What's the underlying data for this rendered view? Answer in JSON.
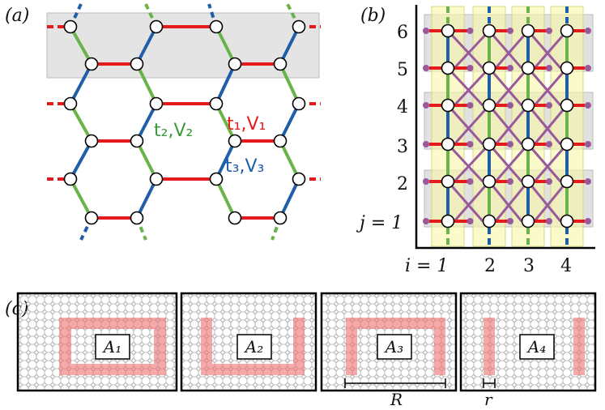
{
  "panel_a": {
    "label": "(a)",
    "bond_t1": "t₁,V₁",
    "bond_t2": "t₂,V₂",
    "bond_t3": "t₃,V₃"
  },
  "panel_b": {
    "label": "(b)",
    "j_labels": [
      "6",
      "5",
      "4",
      "3",
      "2",
      "j = 1"
    ],
    "i_labels": [
      "i = 1",
      "2",
      "3",
      "4"
    ]
  },
  "panel_c": {
    "label": "(c)",
    "regions": [
      "A₁",
      "A₂",
      "A₃",
      "A₄"
    ],
    "R_label": "R",
    "r_label": "r"
  },
  "colors": {
    "red": "#e41a1c",
    "green": "#6ab34a",
    "blue": "#1f5fa8",
    "purple": "#9a5a9a",
    "pink": "#f07070"
  }
}
